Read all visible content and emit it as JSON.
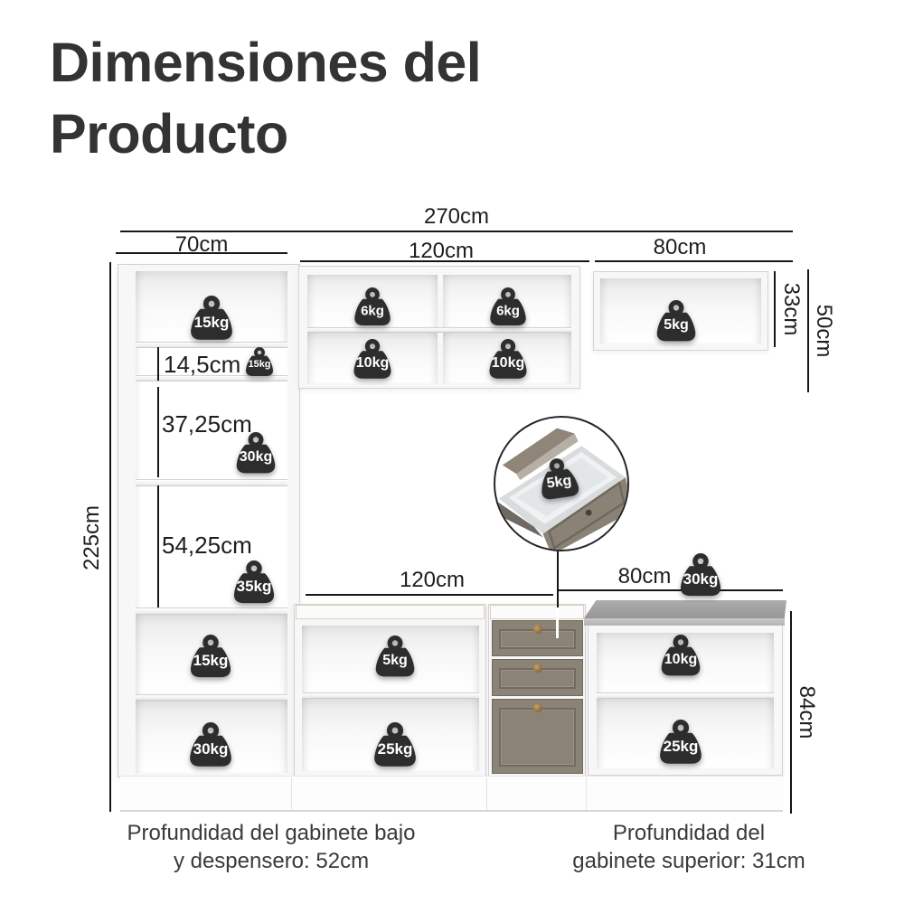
{
  "title": {
    "line1": "Dimensiones del",
    "line2": "Producto"
  },
  "top_dims": {
    "total": "270cm",
    "pantry": "70cm",
    "upper_mid": "120cm",
    "upper_right": "80cm"
  },
  "side_dims": {
    "upper_right_height": "33cm",
    "upper_mid_height": "50cm",
    "total_height": "225cm",
    "base_height": "84cm"
  },
  "pantry_dims": {
    "shelf_small": "14,5cm",
    "shelf_mid": "37,25cm",
    "shelf_large": "54,25cm"
  },
  "base_dims": {
    "mid": "120cm",
    "right": "80cm"
  },
  "weights": {
    "pantry_top": "15kg",
    "pantry_shelf_small": "15kg",
    "pantry_shelf_mid": "30kg",
    "pantry_shelf_large": "35kg",
    "pantry_lower": "15kg",
    "pantry_bottom": "30kg",
    "upper_mid_top_left": "6kg",
    "upper_mid_top_right": "6kg",
    "upper_mid_bottom_left": "10kg",
    "upper_mid_bottom_right": "10kg",
    "upper_right": "5kg",
    "drawer_inset": "5kg",
    "countertop": "30kg",
    "base_mid_top": "5kg",
    "base_mid_bottom": "25kg",
    "base_right_top": "10kg",
    "base_right_bottom": "25kg"
  },
  "footnotes": {
    "left_line1": "Profundidad del gabinete bajo",
    "left_line2": "y despensero: 52cm",
    "right_line1": "Profundidad del",
    "right_line2": "gabinete superior: 31cm"
  },
  "colors": {
    "icon_dark": "#2d2d2d",
    "line": "#161616",
    "title": "#333333",
    "drawer_taupe": "#8c8377",
    "countertop_gray": "#a0a0a0"
  }
}
